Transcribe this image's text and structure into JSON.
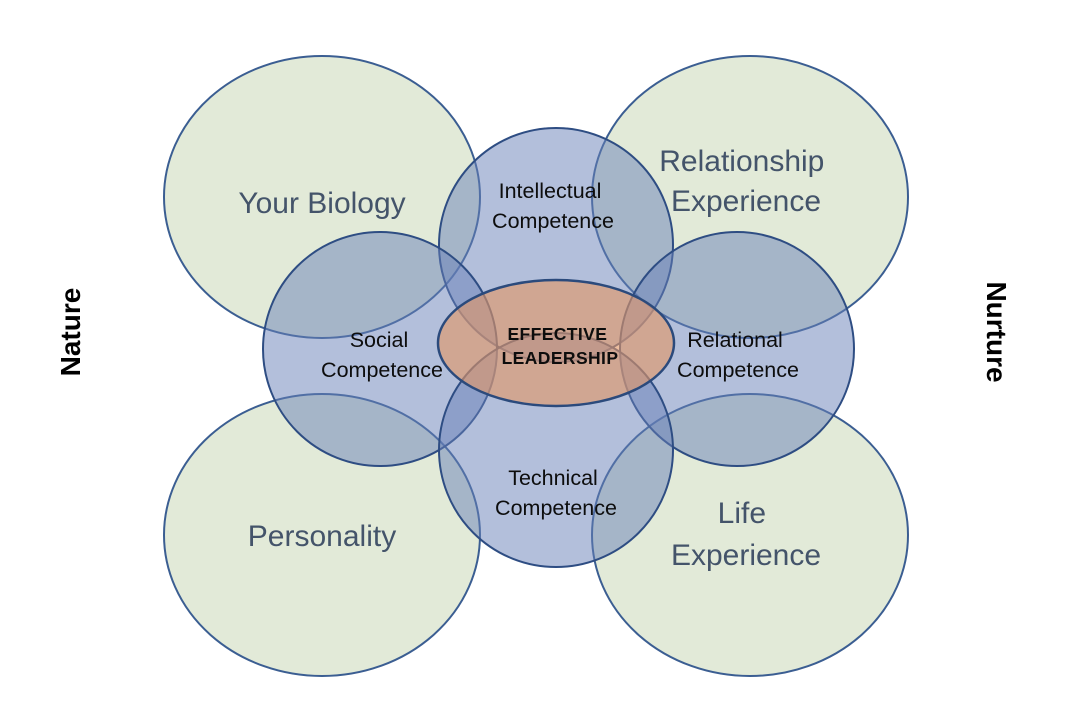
{
  "colors": {
    "background": "#ffffff",
    "green_fill": "#e2ead8",
    "green_stroke": "#3b5e92",
    "blue_fill": "rgba(104,128,184,0.5)",
    "blue_stroke": "#2e4d83",
    "center_fill": "rgba(226,150,102,0.62)",
    "center_stroke": "#2b4a7c",
    "outer_label_color": "#44546a",
    "competence_label_color": "#0d0d0d",
    "side_label_color": "#000000"
  },
  "diagram": {
    "side_labels": {
      "left": "Nature",
      "right": "Nurture"
    },
    "outer_circles": {
      "your_biology": {
        "label": "Your Biology",
        "lines": [
          "Your Biology"
        ]
      },
      "relationship_experience": {
        "label": "Relationship Experience",
        "lines": [
          "Relationship",
          "Experience"
        ]
      },
      "personality": {
        "label": "Personality",
        "lines": [
          "Personality"
        ]
      },
      "life_experience": {
        "label": "Life Experience",
        "lines": [
          "Life",
          "Experience"
        ]
      }
    },
    "competence_circles": {
      "intellectual": {
        "label": "Intellectual Competence",
        "lines": [
          "Intellectual",
          "Competence"
        ]
      },
      "social": {
        "label": "Social Competence",
        "lines": [
          "Social",
          "Competence"
        ]
      },
      "relational": {
        "label": "Relational Competence",
        "lines": [
          "Relational",
          "Competence"
        ]
      },
      "technical": {
        "label": "Technical Competence",
        "lines": [
          "Technical",
          "Competence"
        ]
      }
    },
    "center": {
      "label": "EFFECTIVE LEADERSHIP",
      "lines": [
        "EFFECTIVE",
        "LEADERSHIP"
      ]
    }
  }
}
